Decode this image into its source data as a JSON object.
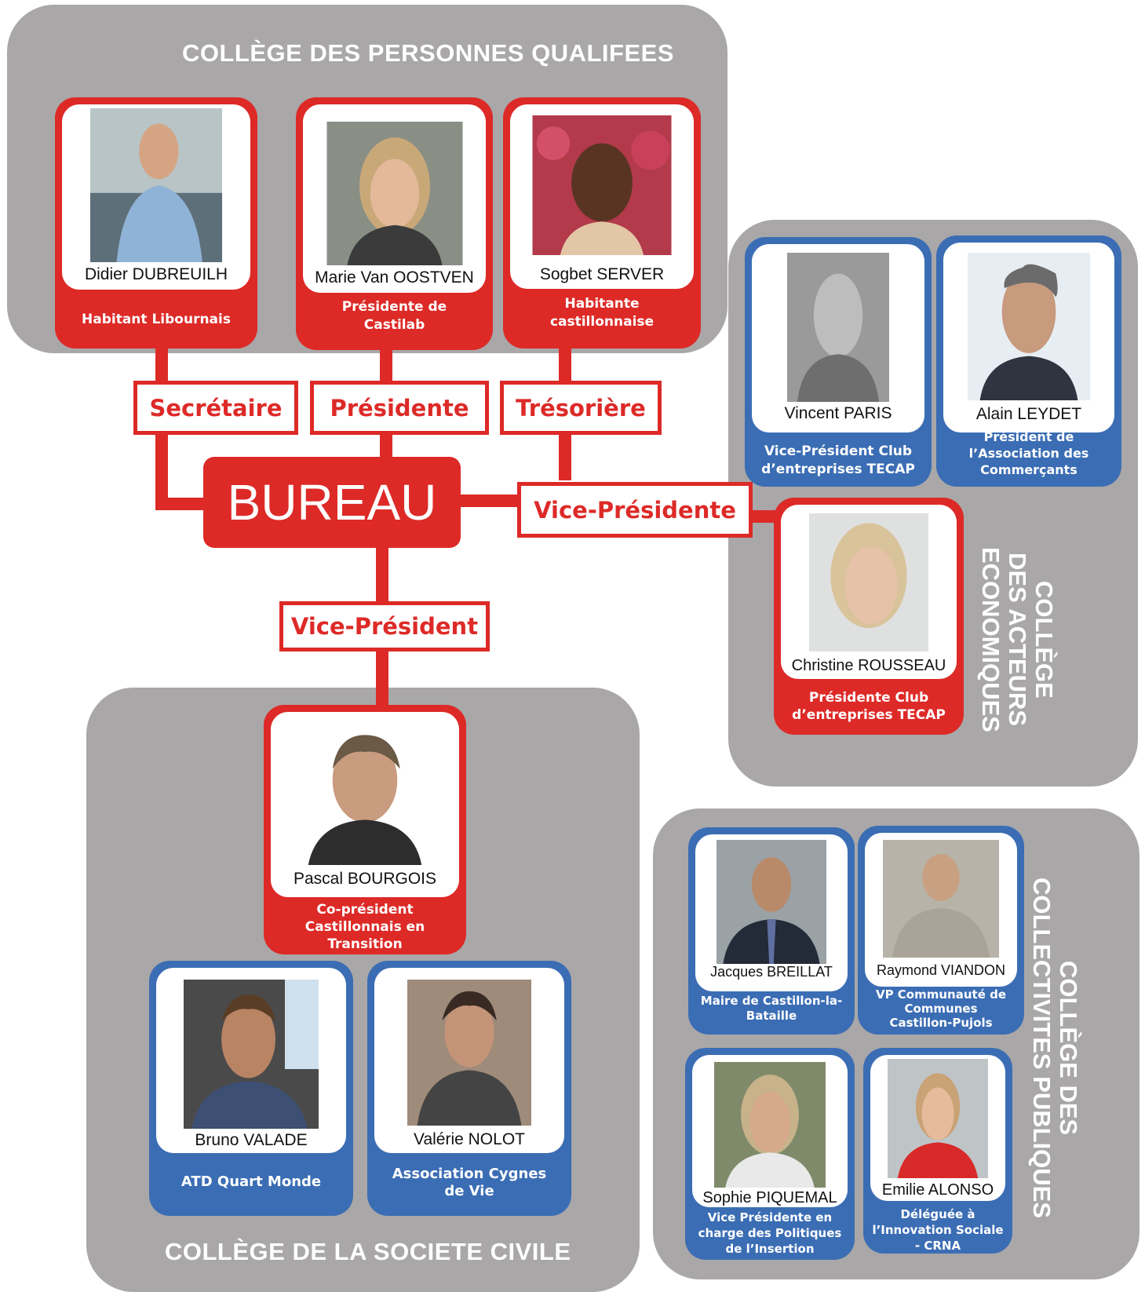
{
  "colors": {
    "red": "#dd2a27",
    "blue": "#3b6db4",
    "grey": "#a9a7a8",
    "white": "#ffffff"
  },
  "bureau": "BUREAU",
  "roles": {
    "secretaire": "Secrétaire",
    "presidente": "Présidente",
    "tresoriere": "Trésorière",
    "vice_presidente": "Vice-Présidente",
    "vice_president": "Vice-Président"
  },
  "colleges": {
    "qualifiees": {
      "title": "COLLÈGE DES PERSONNES QUALIFEES",
      "members": [
        {
          "name": "Didier DUBREUILH",
          "role": "Habitant Libournais"
        },
        {
          "name": "Marie Van OOSTVEN",
          "role": "Présidente de Castilab"
        },
        {
          "name": "Sogbet SERVER",
          "role": "Habitante castillonnaise"
        }
      ]
    },
    "economiques": {
      "title": "COLLÈGE DES ACTEURS ECONOMIQUES",
      "title_lines": [
        "COLLÈGE",
        "DES ACTEURS",
        "ECONOMIQUES"
      ],
      "members": [
        {
          "name": "Vincent PARIS",
          "role": "Vice-Président Club d’entreprises TECAP"
        },
        {
          "name": "Alain LEYDET",
          "role": "Président de l’Association des Commerçants"
        },
        {
          "name": "Christine ROUSSEAU",
          "role": "Présidente Club d’entreprises TECAP"
        }
      ]
    },
    "civile": {
      "title": "COLLÈGE DE LA SOCIETE CIVILE",
      "members": [
        {
          "name": "Pascal BOURGOIS",
          "role": "Co-président Castillonnais en Transition"
        },
        {
          "name": "Bruno VALADE",
          "role": "ATD Quart Monde"
        },
        {
          "name": "Valérie NOLOT",
          "role": "Association Cygnes de Vie"
        }
      ]
    },
    "publiques": {
      "title": "COLLÈGE DES COLLECTIVITES PUBLIQUES",
      "title_lines": [
        "COLLÈGE DES",
        "COLLECTIVITES PUBLIQUES"
      ],
      "members": [
        {
          "name": "Jacques BREILLAT",
          "role": "Maire de Castillon-la-Bataille"
        },
        {
          "name": "Raymond VIANDON",
          "role": "VP Communauté de Communes Castillon-Pujols"
        },
        {
          "name": "Sophie PIQUEMAL",
          "role": "Vice Présidente en charge des Politiques de l’Insertion"
        },
        {
          "name": "Emilie ALONSO",
          "role": "Déléguée à l’Innovation Sociale - CRNA"
        }
      ]
    }
  }
}
